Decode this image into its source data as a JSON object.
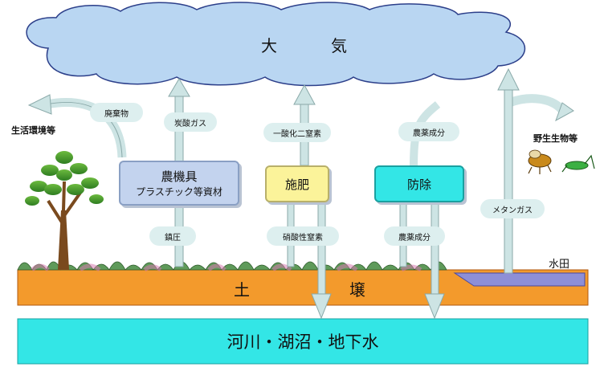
{
  "atmosphere": {
    "label_left": "大",
    "label_right": "気"
  },
  "soil": {
    "label_left": "土",
    "label_right": "壌"
  },
  "water": {
    "label": "河川・湖沼・地下水"
  },
  "paddy": {
    "label": "水田"
  },
  "side_labels": {
    "life_env": "生活環境等",
    "wildlife": "野生生物等"
  },
  "sources": {
    "machinery": {
      "line1": "農機具",
      "line2": "プラスチック等資材"
    },
    "fertilizer": {
      "label": "施肥"
    },
    "pest_control": {
      "label": "防除"
    }
  },
  "flows": {
    "waste": "廃棄物",
    "co2": "炭酸ガス",
    "n2o": "一酸化二窒素",
    "pesticide_air": "農薬成分",
    "compaction": "鎮圧",
    "nitrate": "硝酸性窒素",
    "pesticide_water": "農薬成分",
    "methane": "メタンガス"
  },
  "colors": {
    "cloud_fill": "#b9d6f2",
    "cloud_stroke": "#2c3f8a",
    "soil": "#f39a2c",
    "water": "#33e6e6",
    "arrow": "#cde4e4",
    "machinery_box": "#c3d3ee",
    "fertilizer_box": "#fbf39a",
    "pest_box": "#33e6e6"
  }
}
